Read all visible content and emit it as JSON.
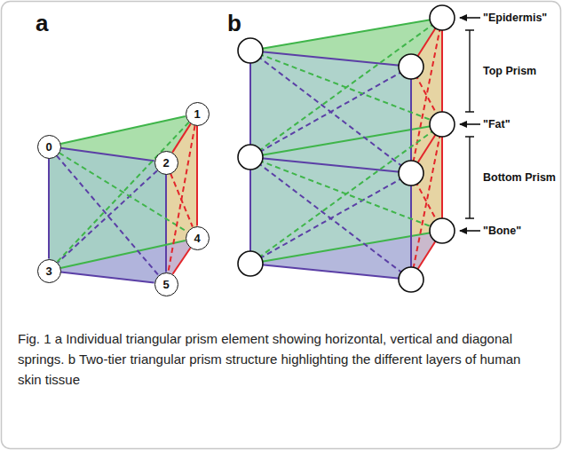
{
  "diagram": {
    "caption": "Fig. 1 a Individual triangular prism element showing horizontal, vertical and diagonal springs. b Two-tier triangular prism structure highlighting the different layers of human skin tissue",
    "nodes": [
      {
        "text": [
          "0"
        ]
      },
      {
        "text": [
          "1"
        ]
      },
      {
        "text": [
          "2"
        ]
      },
      {
        "text": [
          "3"
        ]
      },
      {
        "text": [
          "4"
        ]
      },
      {
        "text": [
          "5"
        ]
      }
    ],
    "edges": [
      {
        "from": 0,
        "to": 1,
        "arrow": "none"
      },
      {
        "from": 0,
        "to": 2,
        "arrow": "none"
      },
      {
        "from": 1,
        "to": 2,
        "arrow": "none"
      },
      {
        "from": 0,
        "to": 3,
        "arrow": "none"
      },
      {
        "from": 2,
        "to": 5,
        "arrow": "none"
      },
      {
        "from": 1,
        "to": 4,
        "arrow": "none"
      },
      {
        "from": 3,
        "to": 5,
        "arrow": "none"
      },
      {
        "from": 3,
        "to": 4,
        "arrow": "none"
      },
      {
        "from": 4,
        "to": 5,
        "arrow": "none"
      },
      {
        "from": 0,
        "to": 5,
        "arrow": "none"
      },
      {
        "from": 2,
        "to": 3,
        "arrow": "none"
      },
      {
        "from": 0,
        "to": 4,
        "arrow": "none"
      },
      {
        "from": 1,
        "to": 3,
        "arrow": "none"
      },
      {
        "from": 1,
        "to": 5,
        "arrow": "none"
      },
      {
        "from": 2,
        "to": 4,
        "arrow": "none"
      }
    ],
    "labels": [
      "a",
      "b",
      "\"Epidermis\"",
      "Top Prism",
      "\"Fat\"",
      "Bottom Prism",
      "\"Bone\""
    ]
  }
}
